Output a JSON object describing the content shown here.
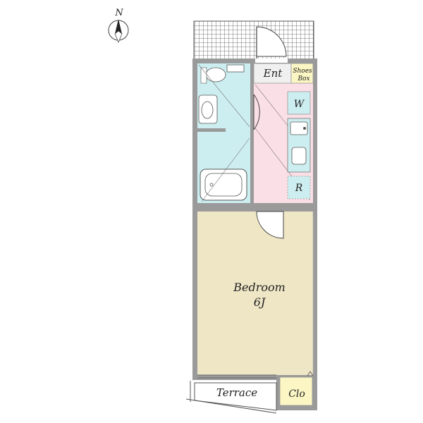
{
  "compass": {
    "label": "N",
    "icon": "north-arrow-icon"
  },
  "rooms": {
    "entrance": "Ent",
    "shoes_box_line1": "Shoes",
    "shoes_box_line2": "Box",
    "washer": "W",
    "refrigerator": "R",
    "bedroom_name": "Bedroom",
    "bedroom_size": "6J",
    "terrace": "Terrace",
    "closet": "Clo"
  },
  "colors": {
    "wall": "#9a9a9a",
    "wet_area": "#cdeef0",
    "kitchen_hall": "#fbdfe6",
    "bedroom": "#efe6c6",
    "shoes_box": "#fbf6c4",
    "closet": "#fbf6c4",
    "entrance": "#f0f0f0"
  }
}
